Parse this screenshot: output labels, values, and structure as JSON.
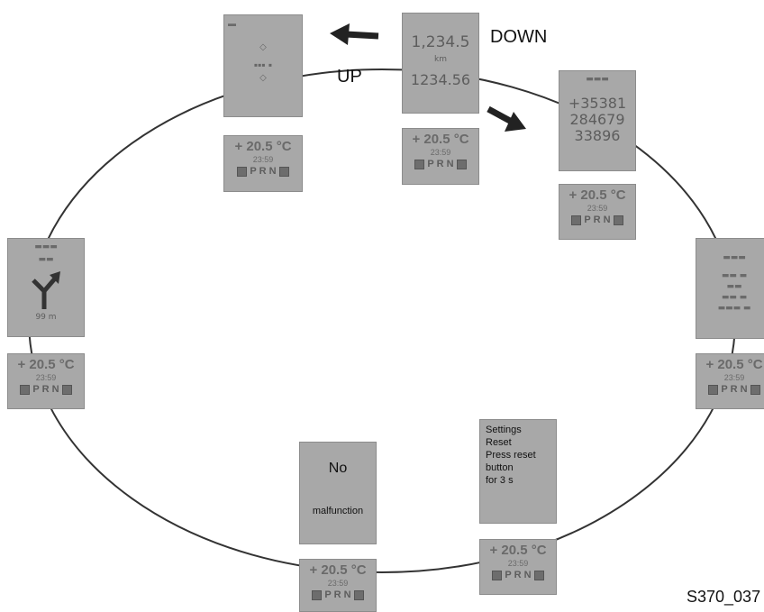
{
  "arrows": {
    "up_label": "UP",
    "down_label": "DOWN"
  },
  "status_block": {
    "temp": "+ 20.5 °C",
    "time": "23:59",
    "gears": "P R N"
  },
  "screens": {
    "trip": {
      "odometer": "1,234.5",
      "unit": "km",
      "trip": "1234.56"
    },
    "phone": {
      "number_line1": "+35381",
      "number_line2": "284679",
      "number_line3": "33896"
    },
    "nav": {
      "distance": "99 m"
    },
    "settings": {
      "line1": "Settings",
      "line2": "Reset",
      "line3": "Press reset",
      "line4": "button",
      "line5": "for 3 s"
    },
    "malfunction": {
      "title": "No",
      "subtitle": "malfunction"
    }
  },
  "figure_id": "S370_037"
}
